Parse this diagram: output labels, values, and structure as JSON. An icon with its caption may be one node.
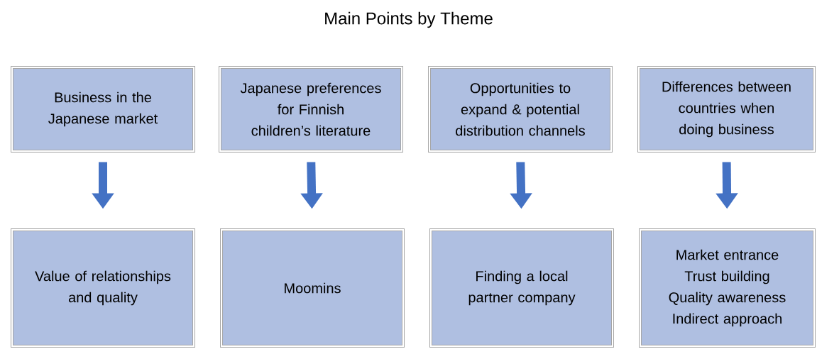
{
  "diagram": {
    "title": "Main Points by Theme",
    "nodes": [
      {
        "text": [
          "Business in the Japanese market"
        ]
      },
      {
        "text": [
          "Japanese preferences for Finnish children’s literature"
        ]
      },
      {
        "text": [
          "Opportunities to expand & potential distribution channels"
        ]
      },
      {
        "text": [
          "Differences between countries when doing business"
        ]
      },
      {
        "text": [
          "Value of relationships and quality"
        ]
      },
      {
        "text": [
          "Moomins"
        ]
      },
      {
        "text": [
          "Finding a local partner company"
        ]
      },
      {
        "text": [
          "Market entrance",
          "Trust building",
          "Quality awareness",
          "Indirect approach"
        ]
      }
    ],
    "edges": [
      {
        "from": 0,
        "to": 4,
        "arrow": "to"
      },
      {
        "from": 1,
        "to": 5,
        "arrow": "to"
      },
      {
        "from": 2,
        "to": 6,
        "arrow": "to"
      },
      {
        "from": 3,
        "to": 7,
        "arrow": "to"
      }
    ]
  }
}
